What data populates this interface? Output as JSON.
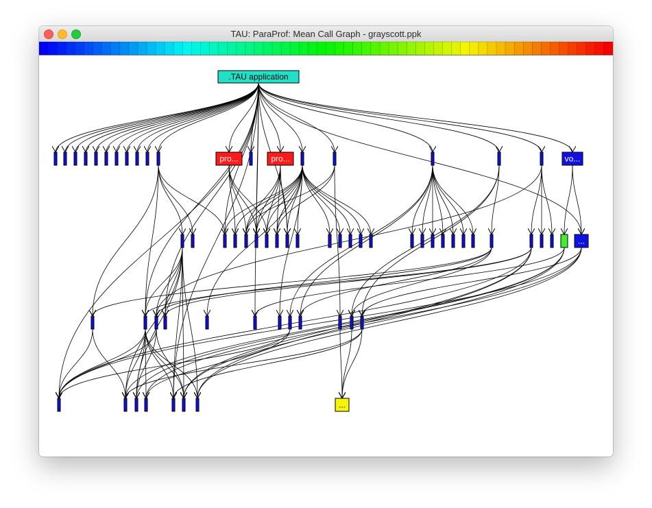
{
  "window": {
    "title": "TAU: ParaProf: Mean Call Graph - grayscott.ppk"
  },
  "colors": {
    "node_default": "#1010e0",
    "node_red": "#ff1a1a",
    "node_cyan": "#22e0c8",
    "node_green": "#40f030",
    "node_yellow": "#f5f50a",
    "edge": "#000000"
  },
  "graph": {
    "root": {
      "label": ".TAU application"
    },
    "nodes": [
      {
        "id": "p1",
        "label": "pro..."
      },
      {
        "id": "p2",
        "label": "pro..."
      },
      {
        "id": "vo",
        "label": "vo..."
      },
      {
        "id": "e1",
        "label": "..."
      },
      {
        "id": "y1",
        "label": "..."
      }
    ]
  }
}
